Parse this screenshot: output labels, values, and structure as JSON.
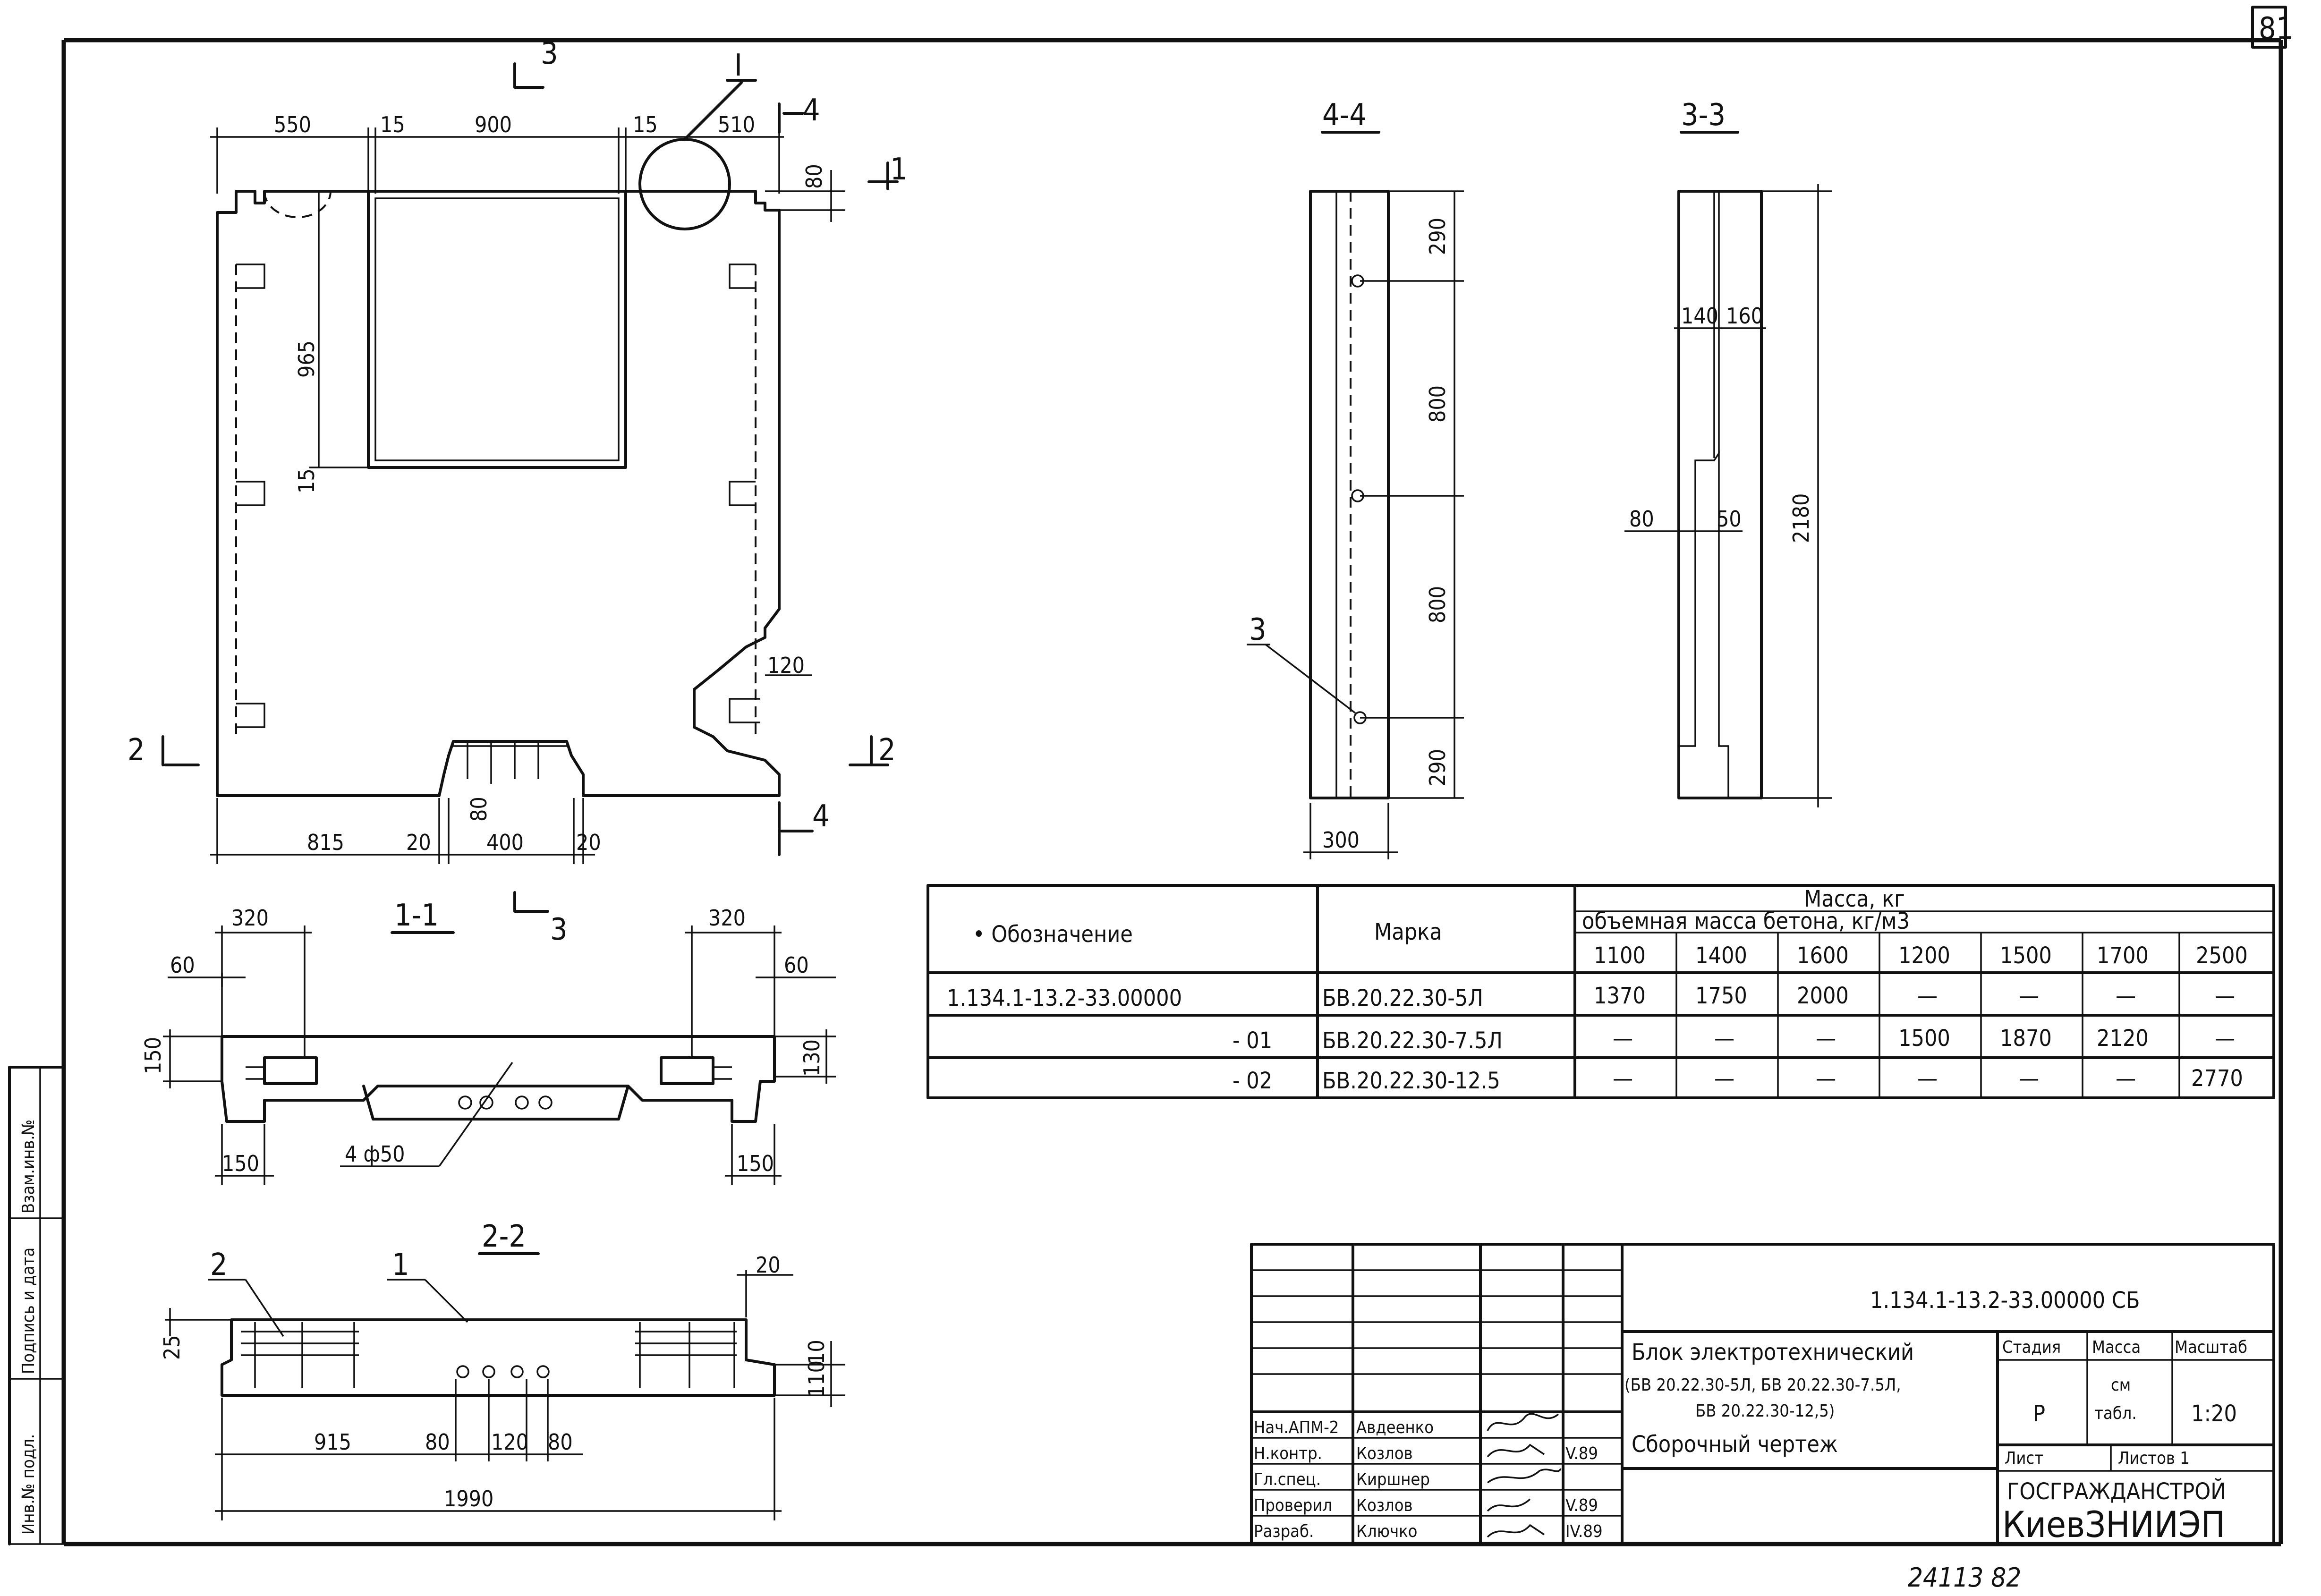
{
  "sheet_number": "81",
  "footer_handwritten": "24113  82",
  "section_labels": {
    "s44": "4-4",
    "s33": "3-3",
    "s11": "1-1",
    "s22": "2-2",
    "detail": "I",
    "cut1": "1",
    "cut2": "2",
    "cut3": "3",
    "cut4": "4"
  },
  "main_view": {
    "top_dims": [
      "550",
      "15",
      "900",
      "15",
      "510"
    ],
    "right_dims": [
      "80",
      "120"
    ],
    "left_dims": [
      "965",
      "15"
    ],
    "bottom_dims": [
      "815",
      "20",
      "400",
      "20"
    ],
    "notch_dim": "80"
  },
  "view_44": {
    "dims": [
      "290",
      "800",
      "800",
      "290"
    ],
    "width": "300",
    "callout": "3"
  },
  "view_33": {
    "dims": [
      "140",
      "160",
      "80",
      "50",
      "2180"
    ]
  },
  "section_11": {
    "dims": [
      "320",
      "320",
      "60",
      "60",
      "150",
      "130",
      "150",
      "150"
    ],
    "holes_label": "4 ф50"
  },
  "section_22": {
    "dims": [
      "20",
      "25",
      "10",
      "110",
      "915",
      "80",
      "120",
      "80",
      "1990"
    ],
    "callouts": [
      "2",
      "1"
    ]
  },
  "mass_table": {
    "header_designation": "• Обозначение",
    "header_mark": "Марка",
    "header_mass": "Масса, кг",
    "header_density": "объемная  масса  бетона,  кг/м3",
    "densities": [
      "1100",
      "1400",
      "1600",
      "1200",
      "1500",
      "1700",
      "2500"
    ],
    "rows": [
      {
        "designation": "1.134.1-13.2-33.00000",
        "mark": "БВ.20.22.30-5Л",
        "values": [
          "1370",
          "1750",
          "2000",
          "—",
          "—",
          "—",
          "—"
        ]
      },
      {
        "designation": "- 01",
        "mark": "БВ.20.22.30-7.5Л",
        "values": [
          "—",
          "—",
          "—",
          "1500",
          "1870",
          "2120",
          "—"
        ]
      },
      {
        "designation": "- 02",
        "mark": "БВ.20.22.30-12.5",
        "values": [
          "—",
          "—",
          "—",
          "—",
          "—",
          "—",
          "2770"
        ]
      }
    ]
  },
  "title_block": {
    "doc_code": "1.134.1-13.2-33.00000 СБ",
    "title_line1": "Блок электротехнический",
    "title_line2": "(БВ 20.22.30-5Л, БВ 20.22.30-7.5Л,",
    "title_line3": "БВ 20.22.30-12,5)",
    "title_line4": "Сборочный чертеж",
    "stage_label": "Стадия",
    "mass_label": "Масса",
    "scale_label": "Масштаб",
    "stage_value": "Р",
    "mass_value_1": "см",
    "mass_value_2": "табл.",
    "scale_value": "1:20",
    "sheet_label": "Лист",
    "sheets_label": "Листов 1",
    "org1": "ГОСГРАЖДАНСТРОЙ",
    "org2": "КиевЗНИИЭП",
    "signatures": [
      {
        "role": "Нач.АПМ-2",
        "name": "Авдеенко",
        "date": ""
      },
      {
        "role": "Н.контр.",
        "name": "Козлов",
        "date": "V.89"
      },
      {
        "role": "Гл.спец.",
        "name": "Киршнер",
        "date": ""
      },
      {
        "role": "Проверил",
        "name": "Козлов",
        "date": "V.89"
      },
      {
        "role": "Разраб.",
        "name": "Ключко",
        "date": "IV.89"
      }
    ]
  },
  "side_stamp": [
    "Инв.№ подл.",
    "Подпись и дата",
    "Взам.инв.№"
  ]
}
